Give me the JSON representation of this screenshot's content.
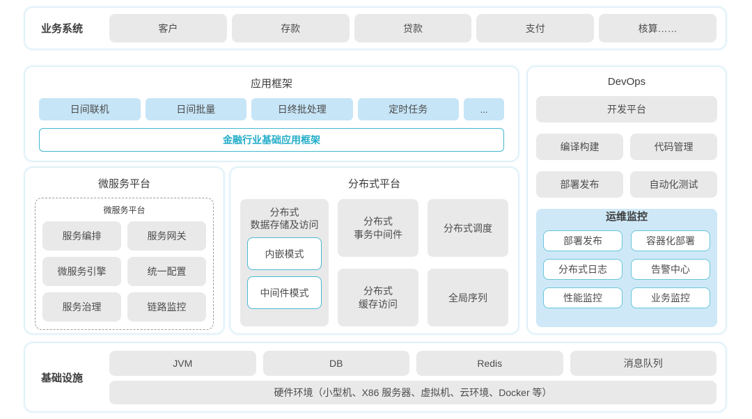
{
  "colors": {
    "container_border": "#d3ecf5",
    "box_grey": "#e9e9ea",
    "box_light_blue": "#c6e5f7",
    "teal_accent": "#23adc8",
    "monitor_panel_blue": "#cfe8f7",
    "text_dark": "#3c3c3c"
  },
  "business_systems": {
    "label": "业务系统",
    "items": [
      "客户",
      "存款",
      "贷款",
      "支付",
      "核算……"
    ]
  },
  "app_framework": {
    "title": "应用框架",
    "items": [
      "日间联机",
      "日间批量",
      "日终批处理",
      "定时任务",
      "..."
    ],
    "base": "金融行业基础应用框架"
  },
  "devops": {
    "title": "DevOps",
    "platform": "开发平台",
    "items": [
      "编译构建",
      "代码管理",
      "部署发布",
      "自动化测试"
    ],
    "monitoring": {
      "title": "运维监控",
      "items": [
        "部署发布",
        "容器化部署",
        "分布式日志",
        "告警中心",
        "性能监控",
        "业务监控"
      ]
    }
  },
  "microservice": {
    "title": "微服务平台",
    "inner_title": "微服务平台",
    "items": [
      "服务编排",
      "服务网关",
      "微服务引擎",
      "统一配置",
      "服务治理",
      "链路监控"
    ]
  },
  "distributed": {
    "title": "分布式平台",
    "storage_label": "分布式\n数据存储及访问",
    "modes": [
      "内嵌模式",
      "中间件模式"
    ],
    "cells": [
      "分布式\n事务中间件",
      "分布式调度",
      "分布式\n缓存访问",
      "全局序列"
    ]
  },
  "infrastructure": {
    "label": "基础设施",
    "items": [
      "JVM",
      "DB",
      "Redis",
      "消息队列"
    ],
    "hardware": "硬件环境（小型机、X86 服务器、虚拟机、云环境、Docker 等）"
  }
}
